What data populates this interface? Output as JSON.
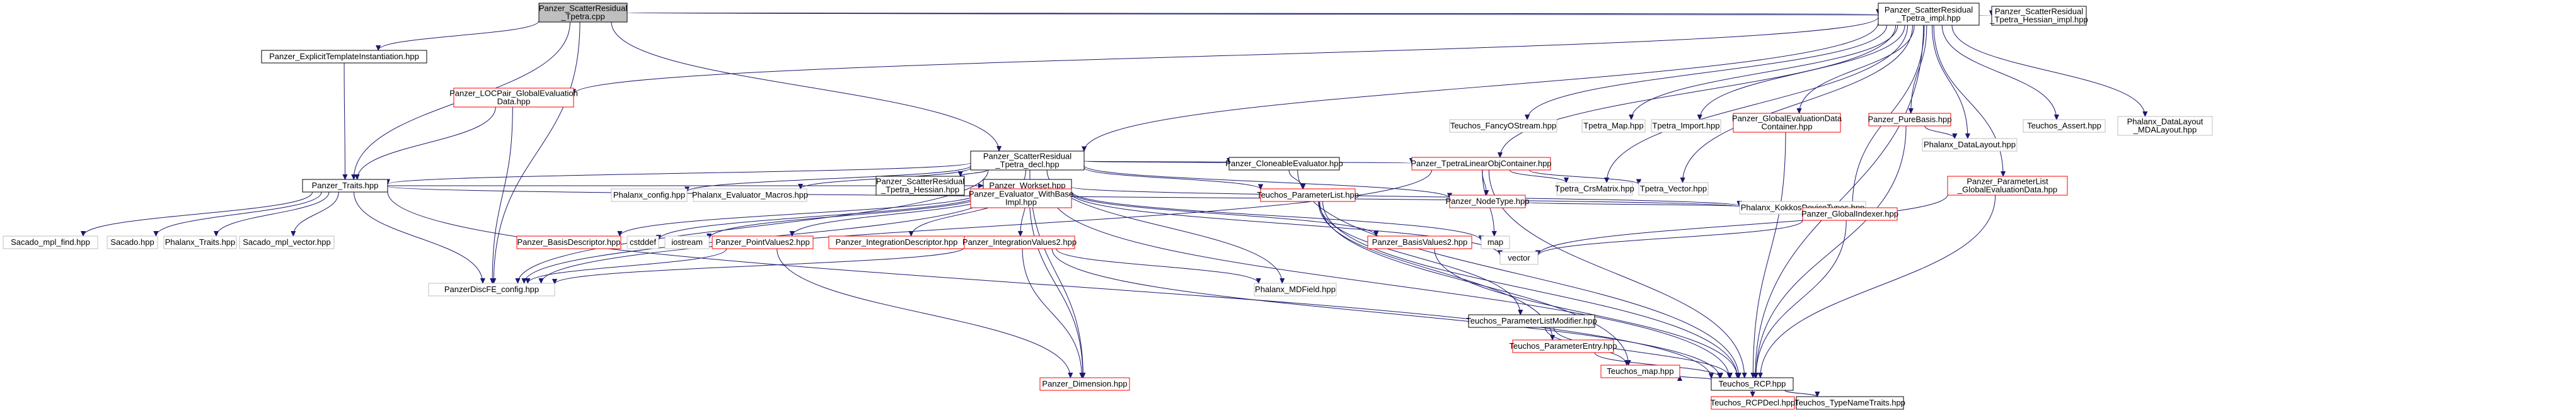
{
  "colors": {
    "root_fill": "#bfbfbf",
    "root_stroke": "#000000",
    "documented_stroke": "#000000",
    "undocumented_stroke": "#ff0000",
    "external_stroke": "#bfbfbf",
    "edge": "#191970"
  },
  "nodes": [
    {
      "id": "n0",
      "kind": "root",
      "lines": [
        "Panzer_ScatterResidual",
        "_Tpetra.cpp"
      ]
    },
    {
      "id": "n1",
      "kind": "documented",
      "lines": [
        "Panzer_ExplicitTemplateInstantiation.hpp"
      ]
    },
    {
      "id": "n2",
      "kind": "documented",
      "lines": [
        "Panzer_Traits.hpp"
      ]
    },
    {
      "id": "n3",
      "kind": "external",
      "lines": [
        "Sacado_mpl_find.hpp"
      ]
    },
    {
      "id": "n4",
      "kind": "external",
      "lines": [
        "Sacado.hpp"
      ]
    },
    {
      "id": "n5",
      "kind": "external",
      "lines": [
        "Phalanx_Traits.hpp"
      ]
    },
    {
      "id": "n6",
      "kind": "external",
      "lines": [
        "Sacado_mpl_vector.hpp"
      ]
    },
    {
      "id": "n7",
      "kind": "external",
      "lines": [
        "PanzerDiscFE_config.hpp"
      ]
    },
    {
      "id": "n8",
      "kind": "documented",
      "lines": [
        "Panzer_Workset.hpp"
      ]
    },
    {
      "id": "n9",
      "kind": "undocumented",
      "lines": [
        "Panzer_Dimension.hpp"
      ]
    },
    {
      "id": "n10",
      "kind": "documented",
      "lines": [
        "Teuchos_RCP.hpp"
      ]
    },
    {
      "id": "n11",
      "kind": "undocumented",
      "lines": [
        "Teuchos_map.hpp"
      ]
    },
    {
      "id": "n12",
      "kind": "undocumented",
      "lines": [
        "Teuchos_RCPDecl.hpp"
      ]
    },
    {
      "id": "n13",
      "kind": "documented",
      "lines": [
        "Teuchos_TypeNameTraits.hpp"
      ]
    },
    {
      "id": "n14",
      "kind": "external",
      "lines": [
        "Phalanx_KokkosDeviceTypes.hpp"
      ]
    },
    {
      "id": "n15",
      "kind": "undocumented",
      "lines": [
        "Panzer_BasisDescriptor.hpp"
      ]
    },
    {
      "id": "n16",
      "kind": "external",
      "lines": [
        "cstddef"
      ]
    },
    {
      "id": "n17",
      "kind": "external",
      "lines": [
        "iostream"
      ]
    },
    {
      "id": "n18",
      "kind": "undocumented",
      "lines": [
        "Panzer_PointValues2.hpp"
      ]
    },
    {
      "id": "n19",
      "kind": "undocumented",
      "lines": [
        "Panzer_IntegrationDescriptor.hpp"
      ]
    },
    {
      "id": "n20",
      "kind": "undocumented",
      "lines": [
        "Panzer_IntegrationValues2.hpp"
      ]
    },
    {
      "id": "n21",
      "kind": "external",
      "lines": [
        "Phalanx_MDField.hpp"
      ]
    },
    {
      "id": "n22",
      "kind": "undocumented",
      "lines": [
        "Panzer_BasisValues2.hpp"
      ]
    },
    {
      "id": "n23",
      "kind": "external",
      "lines": [
        "map"
      ]
    },
    {
      "id": "n24",
      "kind": "external",
      "lines": [
        "vector"
      ]
    },
    {
      "id": "n25",
      "kind": "undocumented",
      "lines": [
        "Panzer_LOCPair_GlobalEvaluation",
        "Data.hpp"
      ]
    },
    {
      "id": "n26",
      "kind": "documented",
      "lines": [
        "Panzer_ScatterResidual",
        "_Tpetra_decl.hpp"
      ]
    },
    {
      "id": "n27",
      "kind": "external",
      "lines": [
        "Phalanx_config.hpp"
      ]
    },
    {
      "id": "n28",
      "kind": "external",
      "lines": [
        "Phalanx_Evaluator_Macros.hpp"
      ]
    },
    {
      "id": "n29",
      "kind": "documented",
      "lines": [
        "Panzer_ScatterResidual",
        "_Tpetra_Hessian.hpp"
      ]
    },
    {
      "id": "n30",
      "kind": "undocumented",
      "lines": [
        "Panzer_Evaluator_WithBase",
        "Impl.hpp"
      ]
    },
    {
      "id": "n31",
      "kind": "documented",
      "lines": [
        "Panzer_CloneableEvaluator.hpp"
      ]
    },
    {
      "id": "n32",
      "kind": "undocumented",
      "lines": [
        "Teuchos_ParameterList.hpp"
      ]
    },
    {
      "id": "n33",
      "kind": "documented",
      "lines": [
        "Teuchos_ParameterListModifier.hpp"
      ]
    },
    {
      "id": "n34",
      "kind": "undocumented",
      "lines": [
        "Teuchos_ParameterEntry.hpp"
      ]
    },
    {
      "id": "n35",
      "kind": "undocumented",
      "lines": [
        "Panzer_TpetraLinearObjContainer.hpp"
      ]
    },
    {
      "id": "n36",
      "kind": "undocumented",
      "lines": [
        "Panzer_NodeType.hpp"
      ]
    },
    {
      "id": "n37",
      "kind": "external",
      "lines": [
        "Tpetra_CrsMatrix.hpp"
      ]
    },
    {
      "id": "n38",
      "kind": "external",
      "lines": [
        "Tpetra_Vector.hpp"
      ]
    },
    {
      "id": "n39",
      "kind": "documented",
      "lines": [
        "Panzer_ScatterResidual",
        "_Tpetra_impl.hpp"
      ]
    },
    {
      "id": "n40",
      "kind": "external",
      "lines": [
        "Teuchos_FancyOStream.hpp"
      ]
    },
    {
      "id": "n41",
      "kind": "external",
      "lines": [
        "Tpetra_Map.hpp"
      ]
    },
    {
      "id": "n42",
      "kind": "external",
      "lines": [
        "Tpetra_Import.hpp"
      ]
    },
    {
      "id": "n43",
      "kind": "undocumented",
      "lines": [
        "Panzer_GlobalEvaluationData",
        "Container.hpp"
      ]
    },
    {
      "id": "n44",
      "kind": "undocumented",
      "lines": [
        "Panzer_PureBasis.hpp"
      ]
    },
    {
      "id": "n45",
      "kind": "external",
      "lines": [
        "Phalanx_DataLayout.hpp"
      ]
    },
    {
      "id": "n46",
      "kind": "undocumented",
      "lines": [
        "Panzer_ParameterList",
        "_GlobalEvaluationData.hpp"
      ]
    },
    {
      "id": "n47",
      "kind": "undocumented",
      "lines": [
        "Panzer_GlobalIndexer.hpp"
      ]
    },
    {
      "id": "n48",
      "kind": "external",
      "lines": [
        "Teuchos_Assert.hpp"
      ]
    },
    {
      "id": "n49",
      "kind": "external",
      "lines": [
        "Phalanx_DataLayout",
        "_MDALayout.hpp"
      ]
    },
    {
      "id": "n50",
      "kind": "documented",
      "lines": [
        "Panzer_ScatterResidual",
        "_Tpetra_Hessian_impl.hpp"
      ]
    }
  ],
  "edges": [
    [
      "n0",
      "n1"
    ],
    [
      "n0",
      "n2"
    ],
    [
      "n0",
      "n7"
    ],
    [
      "n0",
      "n26"
    ],
    [
      "n0",
      "n39"
    ],
    [
      "n0",
      "n50"
    ],
    [
      "n1",
      "n2"
    ],
    [
      "n2",
      "n3"
    ],
    [
      "n2",
      "n4"
    ],
    [
      "n2",
      "n5"
    ],
    [
      "n2",
      "n6"
    ],
    [
      "n2",
      "n7"
    ],
    [
      "n2",
      "n8"
    ],
    [
      "n2",
      "n14"
    ],
    [
      "n2",
      "n10"
    ],
    [
      "n8",
      "n7"
    ],
    [
      "n8",
      "n9"
    ],
    [
      "n8",
      "n10"
    ],
    [
      "n8",
      "n14"
    ],
    [
      "n8",
      "n15"
    ],
    [
      "n8",
      "n16"
    ],
    [
      "n8",
      "n17"
    ],
    [
      "n8",
      "n18"
    ],
    [
      "n8",
      "n19"
    ],
    [
      "n8",
      "n20"
    ],
    [
      "n8",
      "n22"
    ],
    [
      "n8",
      "n23"
    ],
    [
      "n8",
      "n24"
    ],
    [
      "n10",
      "n11"
    ],
    [
      "n10",
      "n12"
    ],
    [
      "n10",
      "n13"
    ],
    [
      "n18",
      "n7"
    ],
    [
      "n18",
      "n9"
    ],
    [
      "n20",
      "n7"
    ],
    [
      "n20",
      "n9"
    ],
    [
      "n20",
      "n21"
    ],
    [
      "n20",
      "n10"
    ],
    [
      "n22",
      "n10"
    ],
    [
      "n25",
      "n2"
    ],
    [
      "n25",
      "n7"
    ],
    [
      "n26",
      "n2"
    ],
    [
      "n26",
      "n7"
    ],
    [
      "n26",
      "n9"
    ],
    [
      "n26",
      "n21"
    ],
    [
      "n26",
      "n27"
    ],
    [
      "n26",
      "n28"
    ],
    [
      "n26",
      "n29"
    ],
    [
      "n26",
      "n30"
    ],
    [
      "n26",
      "n31"
    ],
    [
      "n26",
      "n32"
    ],
    [
      "n26",
      "n35"
    ],
    [
      "n26",
      "n36"
    ],
    [
      "n30",
      "n8"
    ],
    [
      "n31",
      "n32"
    ],
    [
      "n31",
      "n10"
    ],
    [
      "n32",
      "n33"
    ],
    [
      "n32",
      "n34"
    ],
    [
      "n32",
      "n10"
    ],
    [
      "n32",
      "n11"
    ],
    [
      "n33",
      "n10"
    ],
    [
      "n33",
      "n11"
    ],
    [
      "n34",
      "n10"
    ],
    [
      "n35",
      "n7"
    ],
    [
      "n35",
      "n23"
    ],
    [
      "n35",
      "n36"
    ],
    [
      "n35",
      "n37"
    ],
    [
      "n35",
      "n38"
    ],
    [
      "n35",
      "n10"
    ],
    [
      "n36",
      "n14"
    ],
    [
      "n39",
      "n25"
    ],
    [
      "n39",
      "n26"
    ],
    [
      "n39",
      "n40"
    ],
    [
      "n39",
      "n41"
    ],
    [
      "n39",
      "n42"
    ],
    [
      "n39",
      "n43"
    ],
    [
      "n39",
      "n44"
    ],
    [
      "n39",
      "n45"
    ],
    [
      "n39",
      "n46"
    ],
    [
      "n39",
      "n47"
    ],
    [
      "n39",
      "n48"
    ],
    [
      "n39",
      "n49"
    ],
    [
      "n39",
      "n35"
    ],
    [
      "n39",
      "n37"
    ],
    [
      "n39",
      "n38"
    ],
    [
      "n39",
      "n10"
    ],
    [
      "n43",
      "n10"
    ],
    [
      "n44",
      "n45"
    ],
    [
      "n44",
      "n10"
    ],
    [
      "n46",
      "n24"
    ],
    [
      "n46",
      "n10"
    ],
    [
      "n47",
      "n14"
    ],
    [
      "n47",
      "n24"
    ],
    [
      "n47",
      "n10"
    ]
  ]
}
